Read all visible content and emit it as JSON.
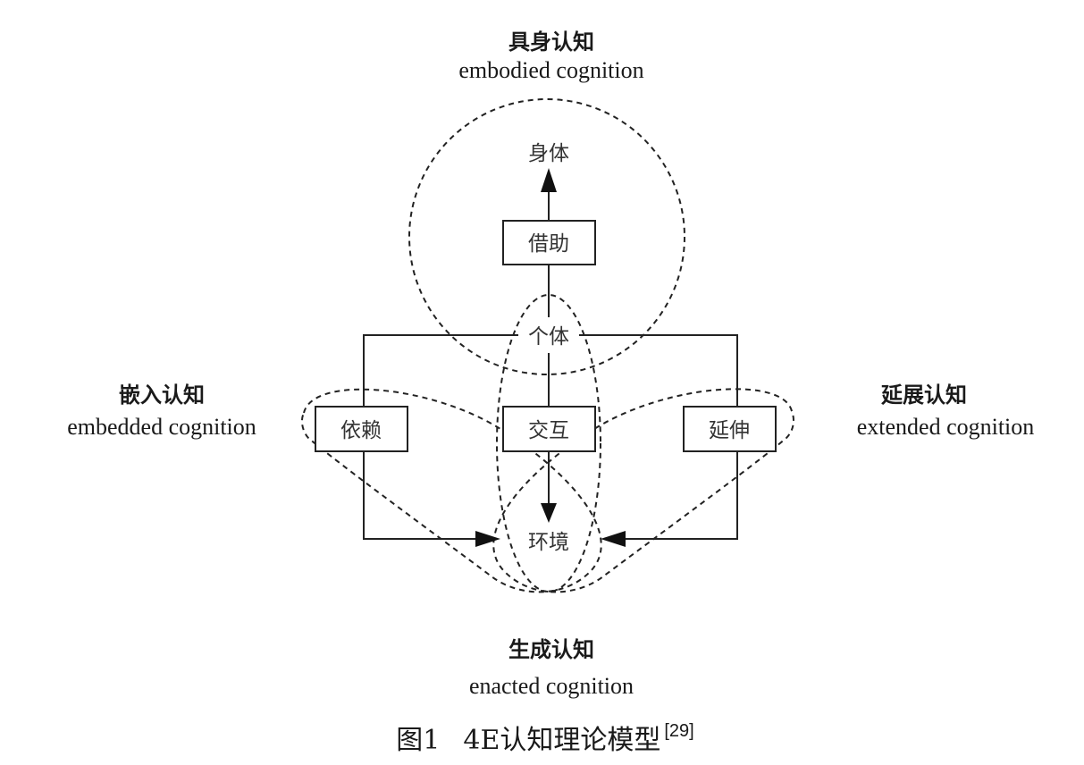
{
  "labels": {
    "embodied_cn": "具身认知",
    "embodied_en": "embodied cognition",
    "embedded_cn": "嵌入认知",
    "embedded_en": "embedded cognition",
    "extended_cn": "延展认知",
    "extended_en": "extended cognition",
    "enacted_cn": "生成认知",
    "enacted_en": "enacted cognition"
  },
  "nodes": {
    "body": "身体",
    "borrow": "借助",
    "individual": "个体",
    "depend": "依赖",
    "interact": "交互",
    "extend": "延伸",
    "environment": "环境"
  },
  "caption": {
    "label": "图1",
    "title": "4E认知理论模型",
    "ref": "[29]"
  },
  "colors": {
    "line": "#222222",
    "text": "#333333"
  }
}
